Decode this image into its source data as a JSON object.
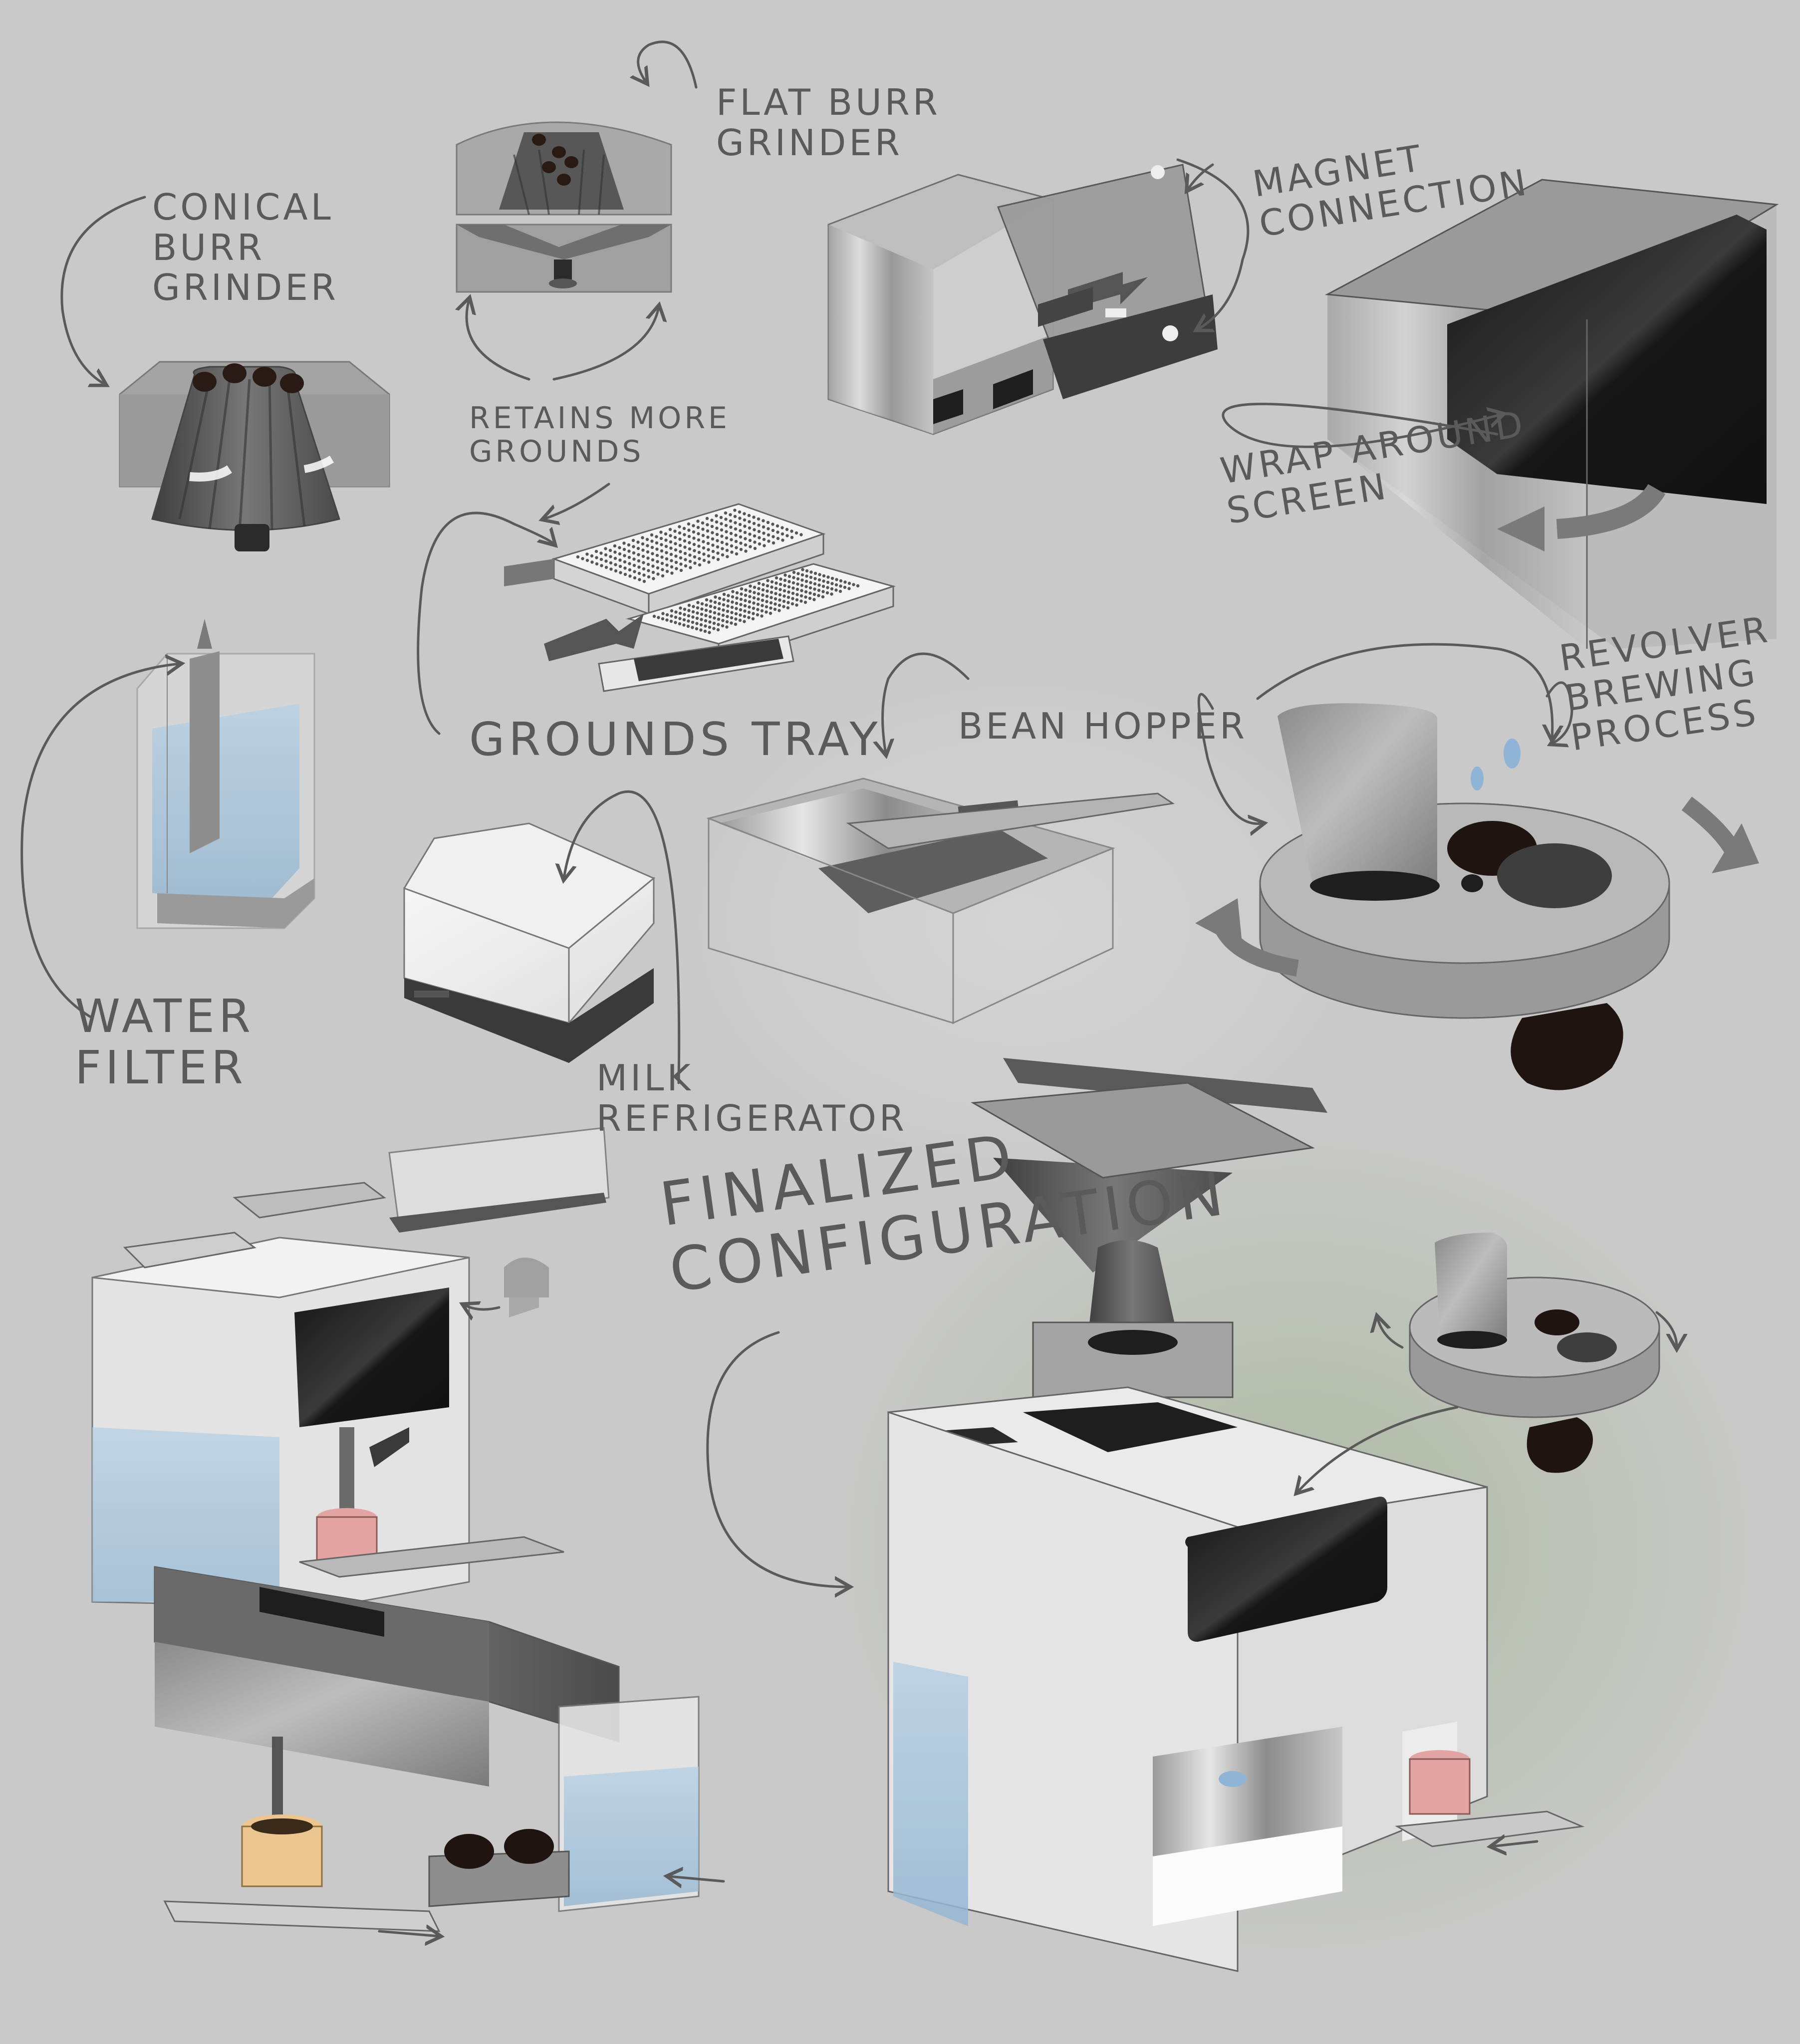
{
  "labels": {
    "conical_burr_grinder": "CONICAL\nBURR\nGRINDER",
    "flat_burr_grinder": "FLAT BURR\nGRINDER",
    "retains_more_grounds": "RETAINS MORE\nGROUNDS",
    "magnet_connection": "MAGNET\nCONNECTION",
    "wrap_around_screen": "WRAP AROUND\nSCREEN",
    "grounds_tray": "GROUNDS TRAY",
    "bean_hopper": "BEAN HOPPER",
    "revolver_brewing_process": "REVOLVER\nBREWING\nPROCESS",
    "water_filter": "WATER\nFILTER",
    "milk_refrigerator": "MILK\nREFRIGERATOR",
    "finalized_configuration": "FINALIZED\nCONFIGURATION"
  },
  "colors": {
    "background": "#c9c9c9",
    "ink": "#5a5a5a",
    "metal_dark": "#6f6f6f",
    "metal_mid": "#a2a2a2",
    "metal_light": "#d4d4d4",
    "screen_black": "#1e1e1e",
    "coffee_bean": "#2a1a14",
    "water_blue": "#a9c6dd",
    "body_white": "#ececec",
    "cup_pink": "#e3a4a3",
    "cup_yellow": "#ecc590",
    "green_glow": "#a8b79a"
  }
}
